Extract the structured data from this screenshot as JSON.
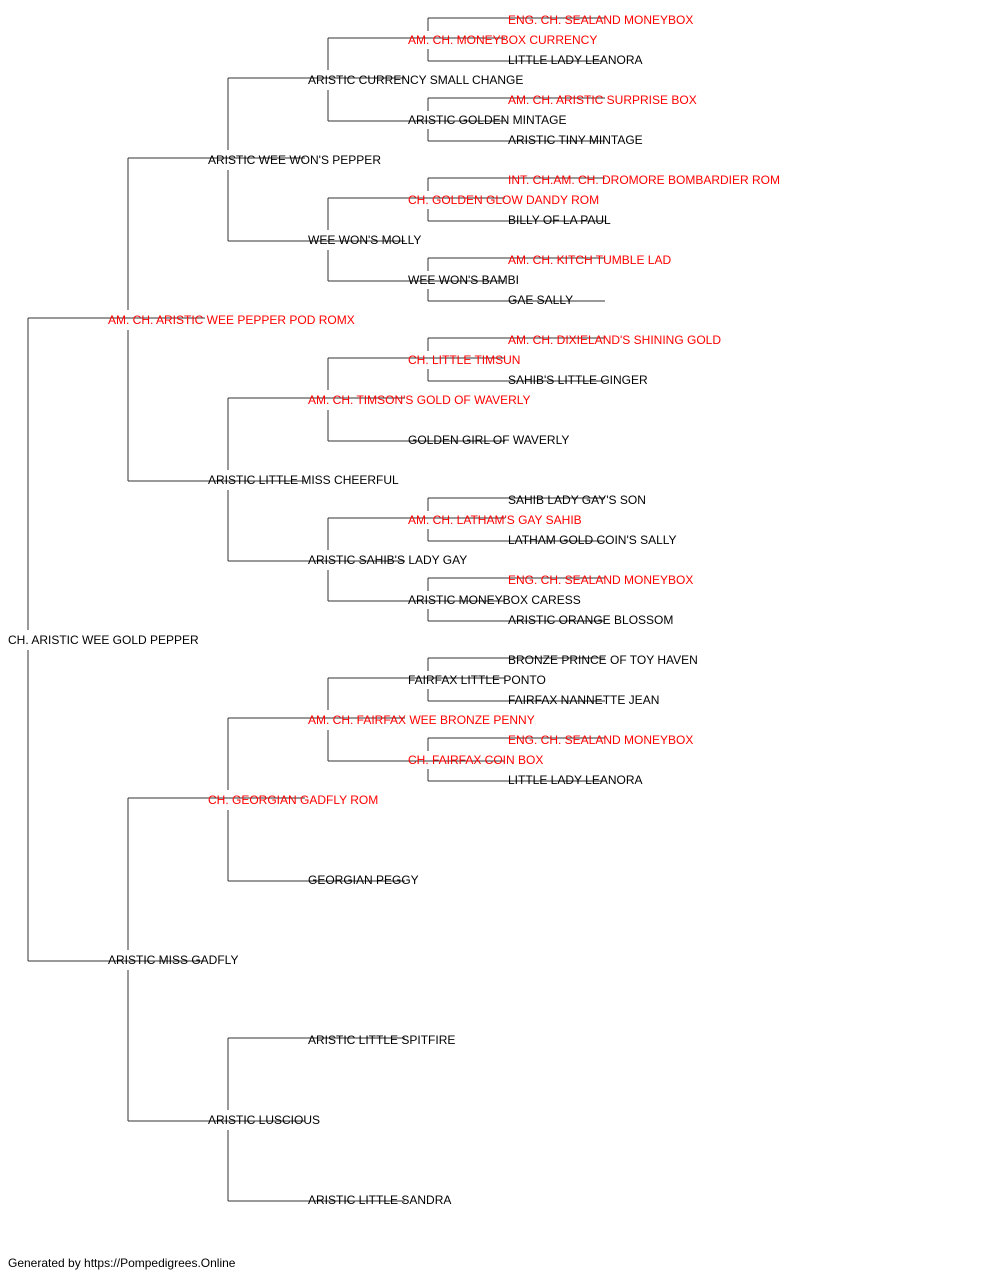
{
  "colors": {
    "champion": "#ff0000",
    "normal": "#000000",
    "line": "#333333"
  },
  "pedigree": {
    "name": "CH. ARISTIC WEE GOLD PEPPER",
    "champion": false,
    "sire": {
      "name": "AM. CH. ARISTIC WEE PEPPER POD ROMX",
      "champion": true,
      "sire": {
        "name": "ARISTIC WEE WON'S PEPPER",
        "champion": false,
        "sire": {
          "name": "ARISTIC CURRENCY SMALL CHANGE",
          "champion": false,
          "sire": {
            "name": "AM. CH. MONEYBOX CURRENCY",
            "champion": true,
            "sire": {
              "name": "ENG. CH. SEALAND MONEYBOX",
              "champion": true
            },
            "dam": {
              "name": "LITTLE LADY LEANORA",
              "champion": false
            }
          },
          "dam": {
            "name": "ARISTIC GOLDEN MINTAGE",
            "champion": false,
            "sire": {
              "name": "AM. CH. ARISTIC SURPRISE BOX",
              "champion": true
            },
            "dam": {
              "name": "ARISTIC TINY MINTAGE",
              "champion": false
            }
          }
        },
        "dam": {
          "name": "WEE WON'S MOLLY",
          "champion": false,
          "sire": {
            "name": "CH. GOLDEN GLOW DANDY ROM",
            "champion": true,
            "sire": {
              "name": "INT. CH.AM. CH. DROMORE BOMBARDIER ROM",
              "champion": true
            },
            "dam": {
              "name": "BILLY OF LA PAUL",
              "champion": false
            }
          },
          "dam": {
            "name": "WEE WON'S BAMBI",
            "champion": false,
            "sire": {
              "name": "AM. CH. KITCH TUMBLE LAD",
              "champion": true
            },
            "dam": {
              "name": "GAE SALLY",
              "champion": false
            }
          }
        }
      },
      "dam": {
        "name": "ARISTIC LITTLE MISS CHEERFUL",
        "champion": false,
        "sire": {
          "name": "AM. CH. TIMSON'S GOLD OF WAVERLY",
          "champion": true,
          "sire": {
            "name": "CH. LITTLE TIMSUN",
            "champion": true,
            "sire": {
              "name": "AM. CH. DIXIELAND'S SHINING GOLD",
              "champion": true
            },
            "dam": {
              "name": "SAHIB'S LITTLE GINGER",
              "champion": false
            }
          },
          "dam": {
            "name": "GOLDEN GIRL OF WAVERLY",
            "champion": false
          }
        },
        "dam": {
          "name": "ARISTIC SAHIB'S LADY GAY",
          "champion": false,
          "sire": {
            "name": "AM. CH. LATHAM'S GAY SAHIB",
            "champion": true,
            "sire": {
              "name": "SAHIB LADY GAY'S SON",
              "champion": false
            },
            "dam": {
              "name": "LATHAM GOLD COIN'S SALLY",
              "champion": false
            }
          },
          "dam": {
            "name": "ARISTIC MONEYBOX CARESS",
            "champion": false,
            "sire": {
              "name": "ENG. CH. SEALAND MONEYBOX",
              "champion": true
            },
            "dam": {
              "name": "ARISTIC ORANGE BLOSSOM",
              "champion": false
            }
          }
        }
      }
    },
    "dam": {
      "name": "ARISTIC MISS GADFLY",
      "champion": false,
      "sire": {
        "name": "CH. GEORGIAN GADFLY ROM",
        "champion": true,
        "sire": {
          "name": "AM. CH. FAIRFAX WEE BRONZE PENNY",
          "champion": true,
          "sire": {
            "name": "FAIRFAX LITTLE PONTO",
            "champion": false,
            "sire": {
              "name": "BRONZE PRINCE OF TOY HAVEN",
              "champion": false
            },
            "dam": {
              "name": "FAIRFAX NANNETTE JEAN",
              "champion": false
            }
          },
          "dam": {
            "name": "CH. FAIRFAX COIN BOX",
            "champion": true,
            "sire": {
              "name": "ENG. CH. SEALAND MONEYBOX",
              "champion": true
            },
            "dam": {
              "name": "LITTLE LADY LEANORA",
              "champion": false
            }
          }
        },
        "dam": {
          "name": "GEORGIAN PEGGY",
          "champion": false
        }
      },
      "dam": {
        "name": "ARISTIC LUSCIOUS",
        "champion": false,
        "sire": {
          "name": "ARISTIC LITTLE SPITFIRE",
          "champion": false
        },
        "dam": {
          "name": "ARISTIC LITTLE SANDRA",
          "champion": false
        }
      }
    }
  },
  "footer": {
    "text": "Generated by https://Pompedigrees.Online"
  }
}
